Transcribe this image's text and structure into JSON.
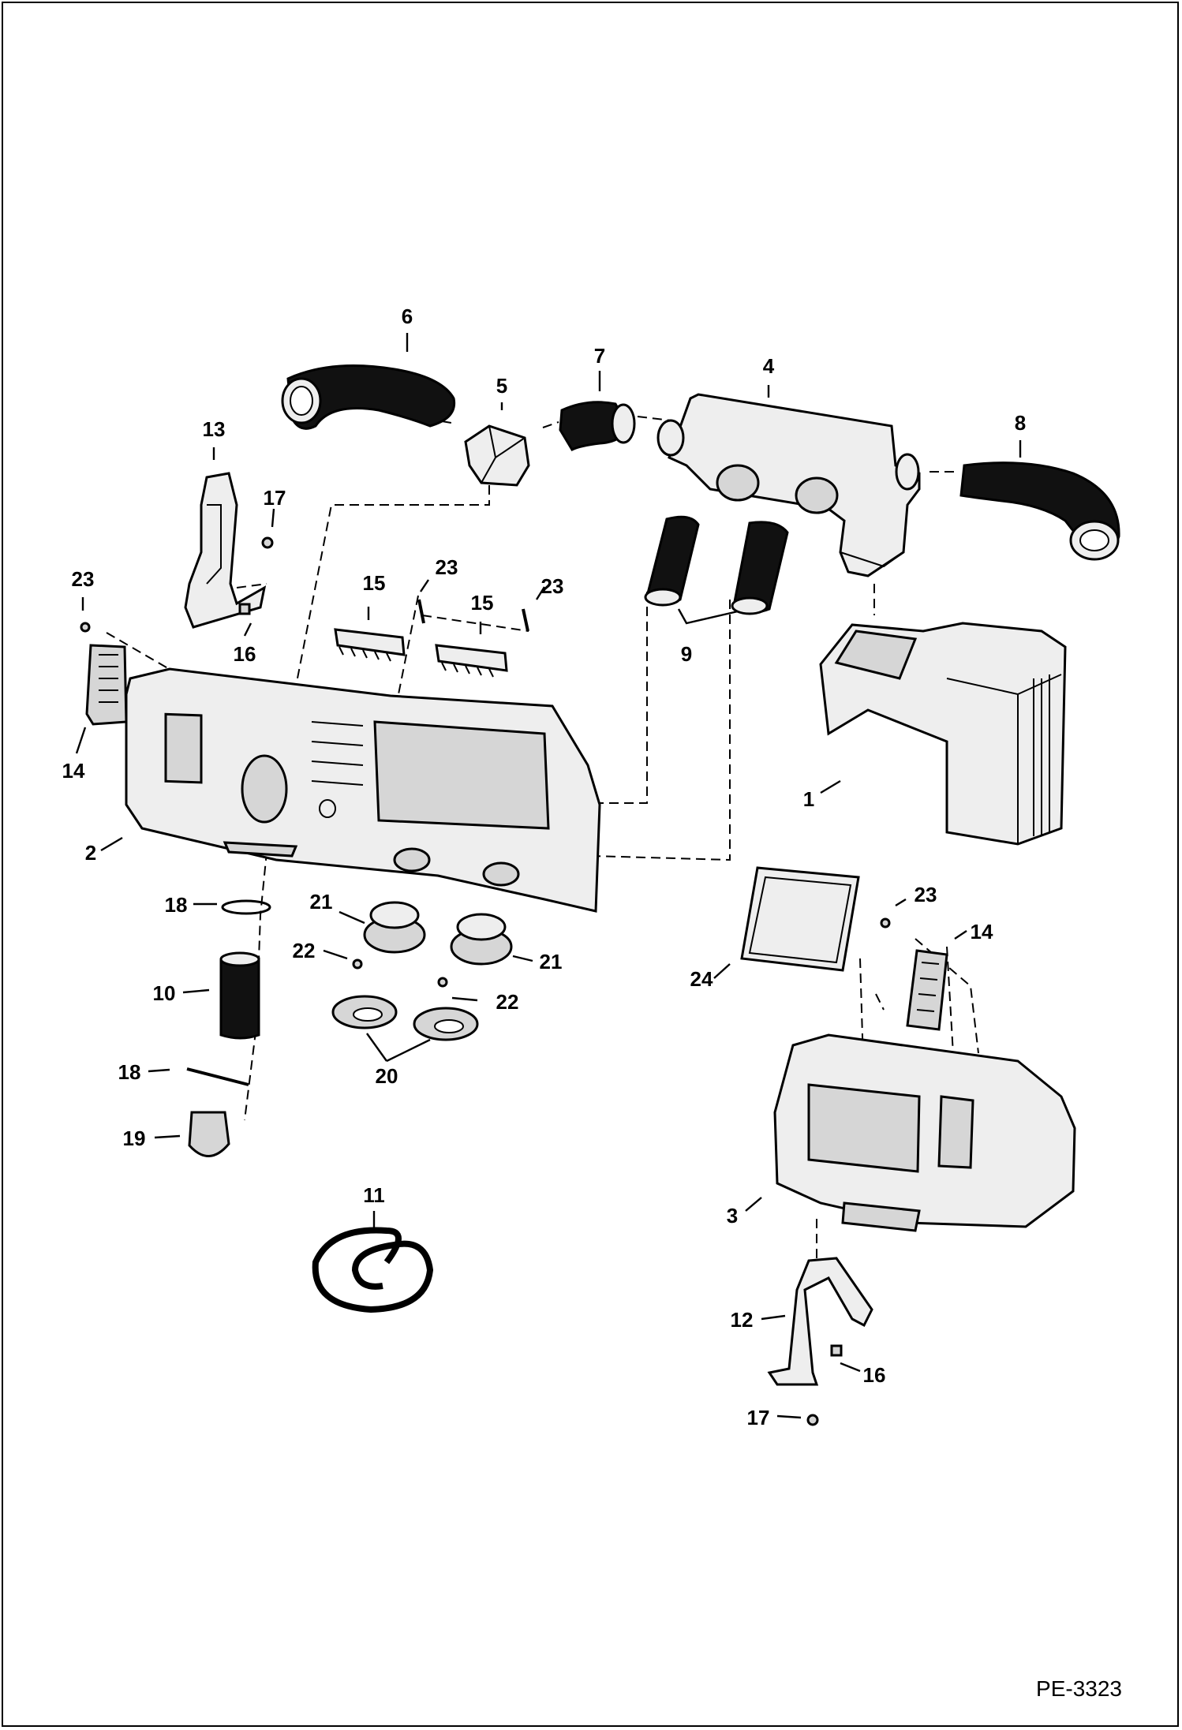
{
  "figure_code": "PE-3323",
  "callouts": [
    {
      "id": "c6",
      "text": "6"
    },
    {
      "id": "c5",
      "text": "5"
    },
    {
      "id": "c7",
      "text": "7"
    },
    {
      "id": "c4",
      "text": "4"
    },
    {
      "id": "c8",
      "text": "8"
    },
    {
      "id": "c13",
      "text": "13"
    },
    {
      "id": "c17a",
      "text": "17"
    },
    {
      "id": "c23a",
      "text": "23"
    },
    {
      "id": "c15a",
      "text": "15"
    },
    {
      "id": "c23b",
      "text": "23"
    },
    {
      "id": "c15b",
      "text": "15"
    },
    {
      "id": "c23c",
      "text": "23"
    },
    {
      "id": "c16a",
      "text": "16"
    },
    {
      "id": "c9",
      "text": "9"
    },
    {
      "id": "c14a",
      "text": "14"
    },
    {
      "id": "c1",
      "text": "1"
    },
    {
      "id": "c2",
      "text": "2"
    },
    {
      "id": "c18a",
      "text": "18"
    },
    {
      "id": "c21a",
      "text": "21"
    },
    {
      "id": "c22a",
      "text": "22"
    },
    {
      "id": "c21b",
      "text": "21"
    },
    {
      "id": "c10",
      "text": "10"
    },
    {
      "id": "c22b",
      "text": "22"
    },
    {
      "id": "c23d",
      "text": "23"
    },
    {
      "id": "c14b",
      "text": "14"
    },
    {
      "id": "c24",
      "text": "24"
    },
    {
      "id": "c18b",
      "text": "18"
    },
    {
      "id": "c20",
      "text": "20"
    },
    {
      "id": "c19",
      "text": "19"
    },
    {
      "id": "c11",
      "text": "11"
    },
    {
      "id": "c3",
      "text": "3"
    },
    {
      "id": "c12",
      "text": "12"
    },
    {
      "id": "c16b",
      "text": "16"
    },
    {
      "id": "c17b",
      "text": "17"
    }
  ]
}
